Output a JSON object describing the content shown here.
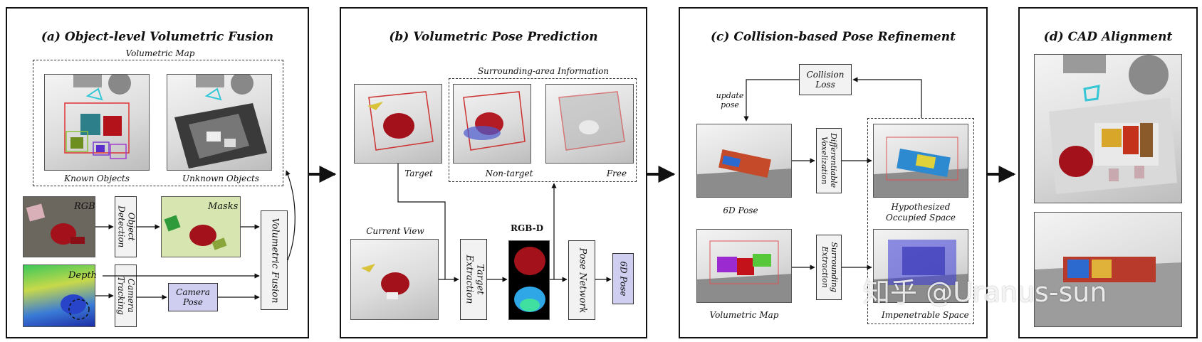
{
  "panels": {
    "a": {
      "title": "(a) Object-level Volumetric Fusion",
      "volumetric_map": "Volumetric Map",
      "known_objects": "Known Objects",
      "unknown_objects": "Unknown Objects",
      "rgb": "RGB",
      "depth": "Depth",
      "object_detection": "Object\nDetection",
      "masks": "Masks",
      "camera_tracking": "Camera\nTracking",
      "camera_pose": "Camera\nPose",
      "volumetric_fusion": "Volumetric Fusion"
    },
    "b": {
      "title": "(b) Volumetric Pose Prediction",
      "surrounding_info": "Surrounding-area Information",
      "target": "Target",
      "non_target": "Non-target",
      "free": "Free",
      "current_view": "Current View",
      "rgbd": "RGB-D",
      "target_extraction": "Target\nExtraction",
      "pose_network": "Pose Network",
      "pose_6d": "6D Pose"
    },
    "c": {
      "title": "(c) Collision-based Pose Refinement",
      "collision_loss": "Collision\nLoss",
      "update_pose": "update\npose",
      "pose_6d": "6D Pose",
      "differentiable_voxelization": "Differentiable\nVoxelization",
      "hypothesized": "Hypothesized\nOccupied Space",
      "volumetric_map": "Volumetric Map",
      "surrounding_extraction": "Surrounding\nExtraction",
      "impenetrable": "Impenetrable Space"
    },
    "d": {
      "title": "(d) CAD Alignment"
    }
  },
  "watermark": "知乎 @Uranus-sun",
  "colors": {
    "border": "#111111",
    "box_fill": "#f2f2f2",
    "pose_fill": "#cfcdf0",
    "masks_bg": "#d7e6b0"
  }
}
